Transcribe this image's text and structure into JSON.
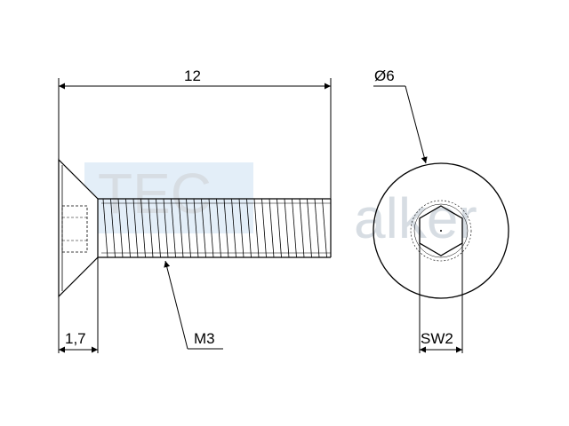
{
  "drawing": {
    "dimensions": {
      "length": "12",
      "head_height": "1,7",
      "thread": "M3",
      "head_diameter": "Ø6",
      "wrench_size": "SW2"
    },
    "watermark": {
      "text_left": "TEC",
      "text_right": "alker"
    },
    "colors": {
      "line": "#000000",
      "watermark_block": "#e3eef8",
      "watermark_text": "#d7dde3"
    }
  }
}
